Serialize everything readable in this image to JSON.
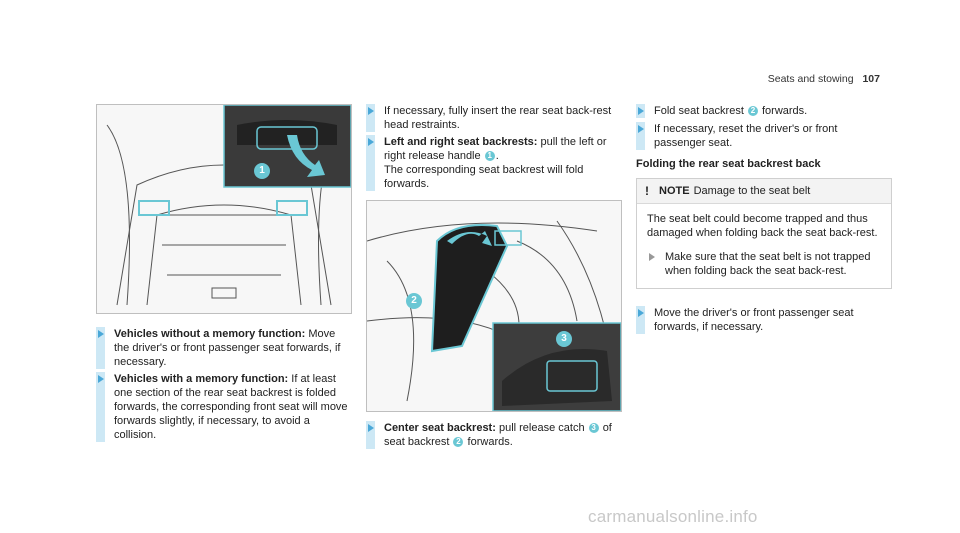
{
  "header": {
    "section": "Seats and stowing",
    "page": "107"
  },
  "callouts": {
    "c1": "1",
    "c2": "2",
    "c3": "3"
  },
  "col1": {
    "b1_bold": "Vehicles without a memory function:",
    "b1_text": "Move the driver's or front passenger seat forwards, if necessary.",
    "b2_bold": "Vehicles with a memory function:",
    "b2_text": "If at least one section of the rear seat backrest is folded forwards, the corresponding front seat will move forwards slightly, if necessary, to avoid a collision."
  },
  "col2": {
    "b1_text": "If necessary, fully insert the rear seat back-rest head restraints.",
    "b2_bold": "Left and right seat backrests:",
    "b2_text_a": "pull the left or right release handle",
    "b2_text_b": ".",
    "b2_text_c": "The corresponding seat backrest will fold forwards.",
    "b3_bold": "Center seat backrest:",
    "b3_text_a": "pull release catch",
    "b3_text_b": "of seat backrest",
    "b3_text_c": "forwards."
  },
  "col3": {
    "b1_text_a": "Fold seat backrest",
    "b1_text_b": "forwards.",
    "b2_text": "If necessary, reset the driver's or front passenger seat.",
    "heading": "Folding the rear seat backrest back",
    "note_label": "NOTE",
    "note_title": "Damage to the seat belt",
    "note_body": "The seat belt could become trapped and thus damaged when folding back the seat back-rest.",
    "note_bullet": "Make sure that the seat belt is not trapped when folding back the seat back-rest.",
    "b3_text": "Move the driver's or front passenger seat forwards, if necessary."
  },
  "watermark": "carmanualsonline.info",
  "colors": {
    "accent": "#6ac7d4",
    "bar": "#cde8f5",
    "arrow": "#4aa8d8"
  }
}
